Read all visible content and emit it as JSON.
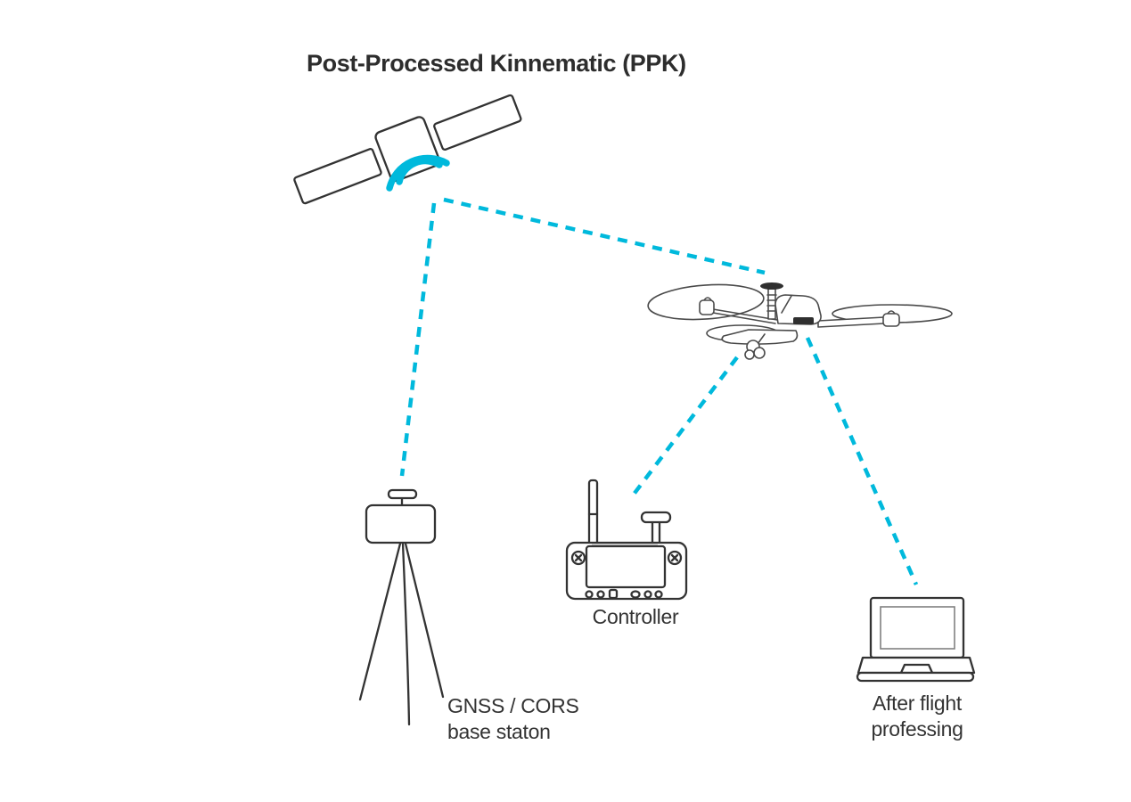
{
  "title": "Post-Processed Kinnematic (PPK)",
  "colors": {
    "accent": "#00b9dc",
    "line": "#333333",
    "text": "#333333"
  },
  "labels": {
    "base_station": "GNSS / CORS\nbase staton",
    "controller": "Controller",
    "laptop": "After flight\nprofessing"
  },
  "nodes": [
    {
      "id": "satellite",
      "label": ""
    },
    {
      "id": "drone",
      "label": ""
    },
    {
      "id": "base-station",
      "label": "GNSS / CORS base staton"
    },
    {
      "id": "controller",
      "label": "Controller"
    },
    {
      "id": "laptop",
      "label": "After flight professing"
    }
  ],
  "connections": [
    {
      "from": "satellite",
      "to": "base-station",
      "style": "dashed"
    },
    {
      "from": "satellite",
      "to": "drone",
      "style": "dashed"
    },
    {
      "from": "drone",
      "to": "controller",
      "style": "dashed"
    },
    {
      "from": "drone",
      "to": "laptop",
      "style": "dashed"
    }
  ]
}
